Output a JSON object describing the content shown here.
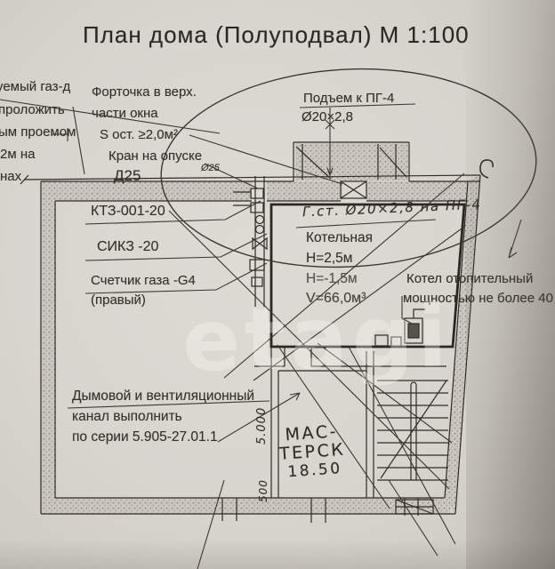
{
  "title": "План дома (Полуподвал)  М 1:100",
  "left_notes": {
    "l1": "уемый газ-д",
    "l2": "проложить",
    "l3": "ым проемом",
    "l4": "2м на",
    "l5": "нах"
  },
  "window_note": {
    "l1": "Форточка в верх.",
    "l2": "части окна",
    "l3": "S ост. ≥2,0м²"
  },
  "valve_note": {
    "l1": "Кран на опуске",
    "l2": "Д25"
  },
  "riser_note": {
    "l1": "Подъем к ПГ-4",
    "l2": "Ø20×2,8"
  },
  "pipe_dim": "Ø25",
  "devices": {
    "ktz": "КТЗ-001-20",
    "sikz": "СИКЗ -20",
    "meter_line1": "Счетчик газа -G4",
    "meter_line2": "(правый)"
  },
  "boiler_room": {
    "name": "Котельная",
    "h1": "H=2,5м",
    "h2": "H=-1,5м",
    "v": "V=66,0м³"
  },
  "boiler_note": {
    "l1": "Котел отопительный",
    "l2": "мощностью не более 40"
  },
  "duct_note": {
    "l1": "Дымовой и вентиляционный",
    "l2": "канал выполнить",
    "l3": "по серии 5.905-27.01.1"
  },
  "handwritten": {
    "gas_line": "Г.ст. Ø20×2,8 на ПГ-4",
    "room_line1": "МАС-",
    "room_line2": "ТЕРСК",
    "room_line3": "18.50",
    "dim_a": "5.000",
    "dim_b": "500"
  },
  "watermark": "etagi"
}
